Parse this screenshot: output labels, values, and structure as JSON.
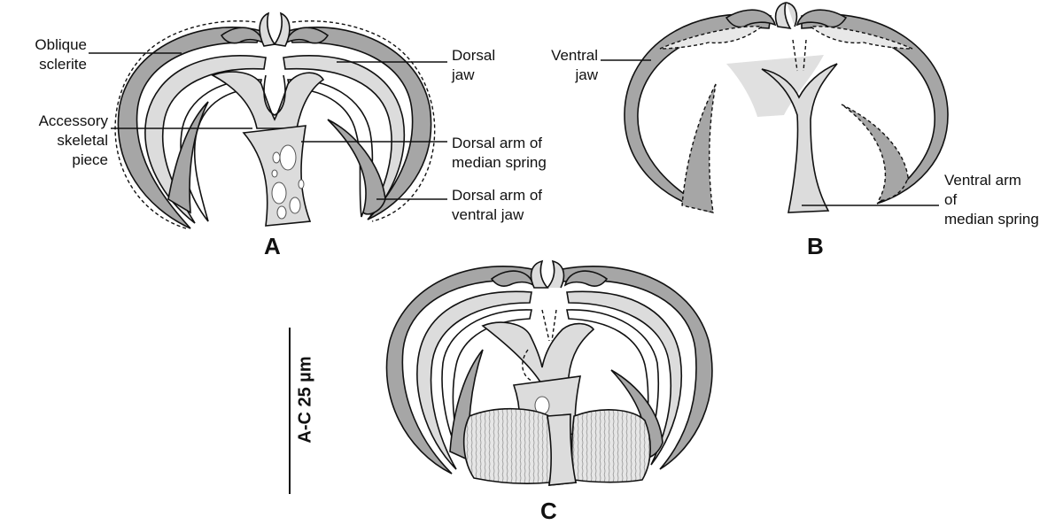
{
  "figure": {
    "panels": {
      "a": "A",
      "b": "B",
      "c": "C"
    },
    "labels": {
      "oblique_sclerite": [
        "Oblique",
        "sclerite"
      ],
      "accessory_piece": [
        "Accessory",
        "skeletal",
        "piece"
      ],
      "dorsal_jaw": [
        "Dorsal",
        "jaw"
      ],
      "dorsal_arm_median_spring": [
        "Dorsal arm of",
        "median spring"
      ],
      "dorsal_arm_ventral_jaw": [
        "Dorsal arm of",
        "ventral jaw"
      ],
      "ventral_jaw": [
        "Ventral",
        "jaw"
      ],
      "ventral_arm_median_spring": [
        "Ventral arm",
        "of",
        "median spring"
      ]
    },
    "scale_bar": {
      "text": "A-C 25 µm",
      "length_um": 25
    },
    "colors": {
      "dark_gray": "#a6a6a6",
      "light_gray": "#dcdcdc",
      "outline": "#111111",
      "background": "#ffffff"
    }
  }
}
